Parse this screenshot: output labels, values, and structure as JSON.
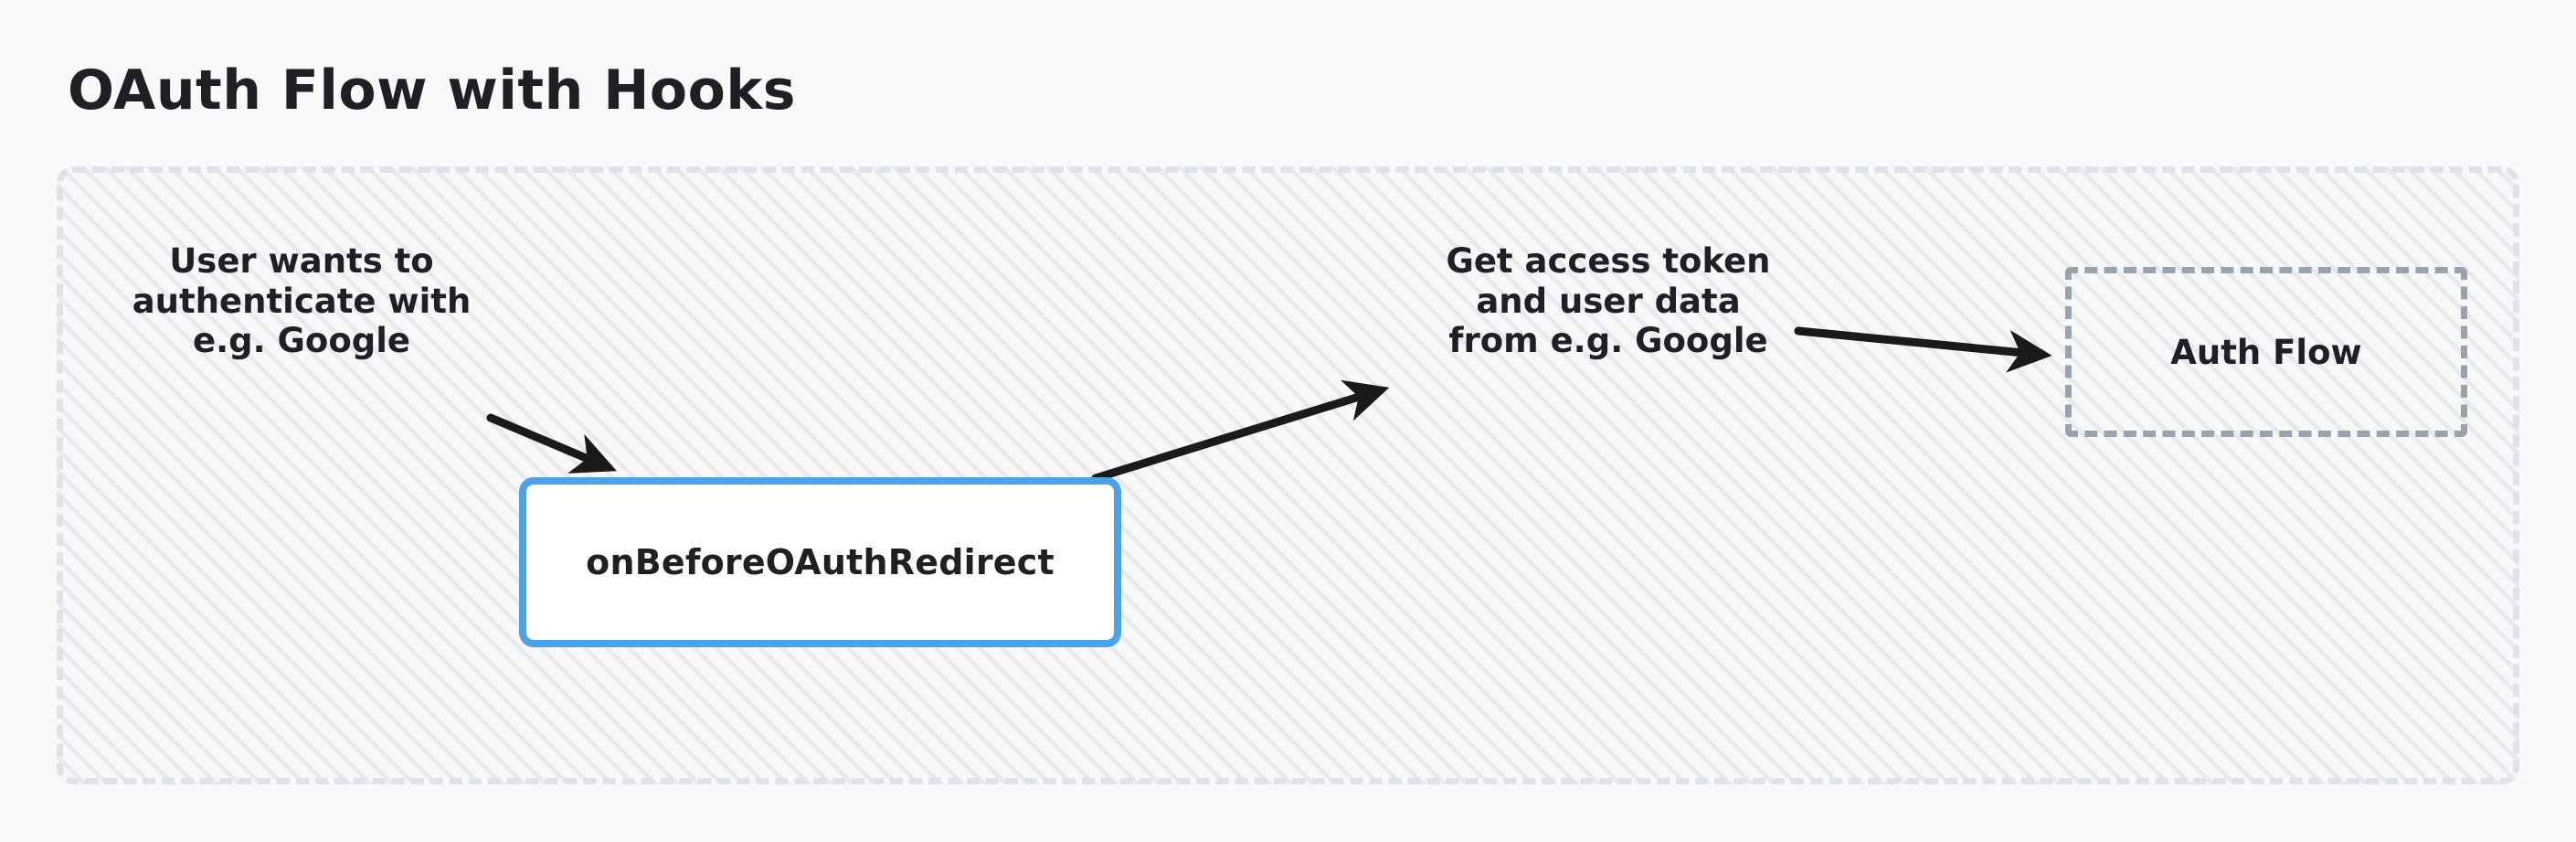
{
  "page": {
    "background_color": "#f8f9fb",
    "title": "OAuth Flow with Hooks"
  },
  "group": {
    "name": "oauth-flow-group",
    "border_color": "#dfe2e8",
    "border_style": "dashed",
    "fill_pattern": "diagonal-hatch",
    "fill_color": "#f7f8fa"
  },
  "nodes": [
    {
      "id": "hook-node",
      "label": "onBeforeOAuthRedirect",
      "border_color": "#4aa3e8",
      "fill_color": "#ffffff",
      "style": "solid-rounded"
    },
    {
      "id": "auth-flow-node",
      "label": "Auth Flow",
      "border_color": "#99a3b0",
      "fill_color": "#f7f8fa",
      "style": "dashed"
    }
  ],
  "edges": [
    {
      "id": "edge-user-to-hook",
      "label": "User wants to\nauthenticate with\ne.g. Google",
      "from": "user",
      "to": "hook-node",
      "color": "#1a1a1a"
    },
    {
      "id": "edge-hook-to-auth",
      "label": "Get access token\nand user data\nfrom e.g. Google",
      "from": "hook-node",
      "to": "auth-flow-node",
      "color": "#1a1a1a"
    }
  ],
  "chart_data": {
    "type": "diagram",
    "title": "OAuth Flow with Hooks",
    "nodes": [
      "onBeforeOAuthRedirect",
      "Auth Flow"
    ],
    "edge_labels": [
      "User wants to authenticate with e.g. Google",
      "Get access token and user data from e.g. Google"
    ]
  }
}
